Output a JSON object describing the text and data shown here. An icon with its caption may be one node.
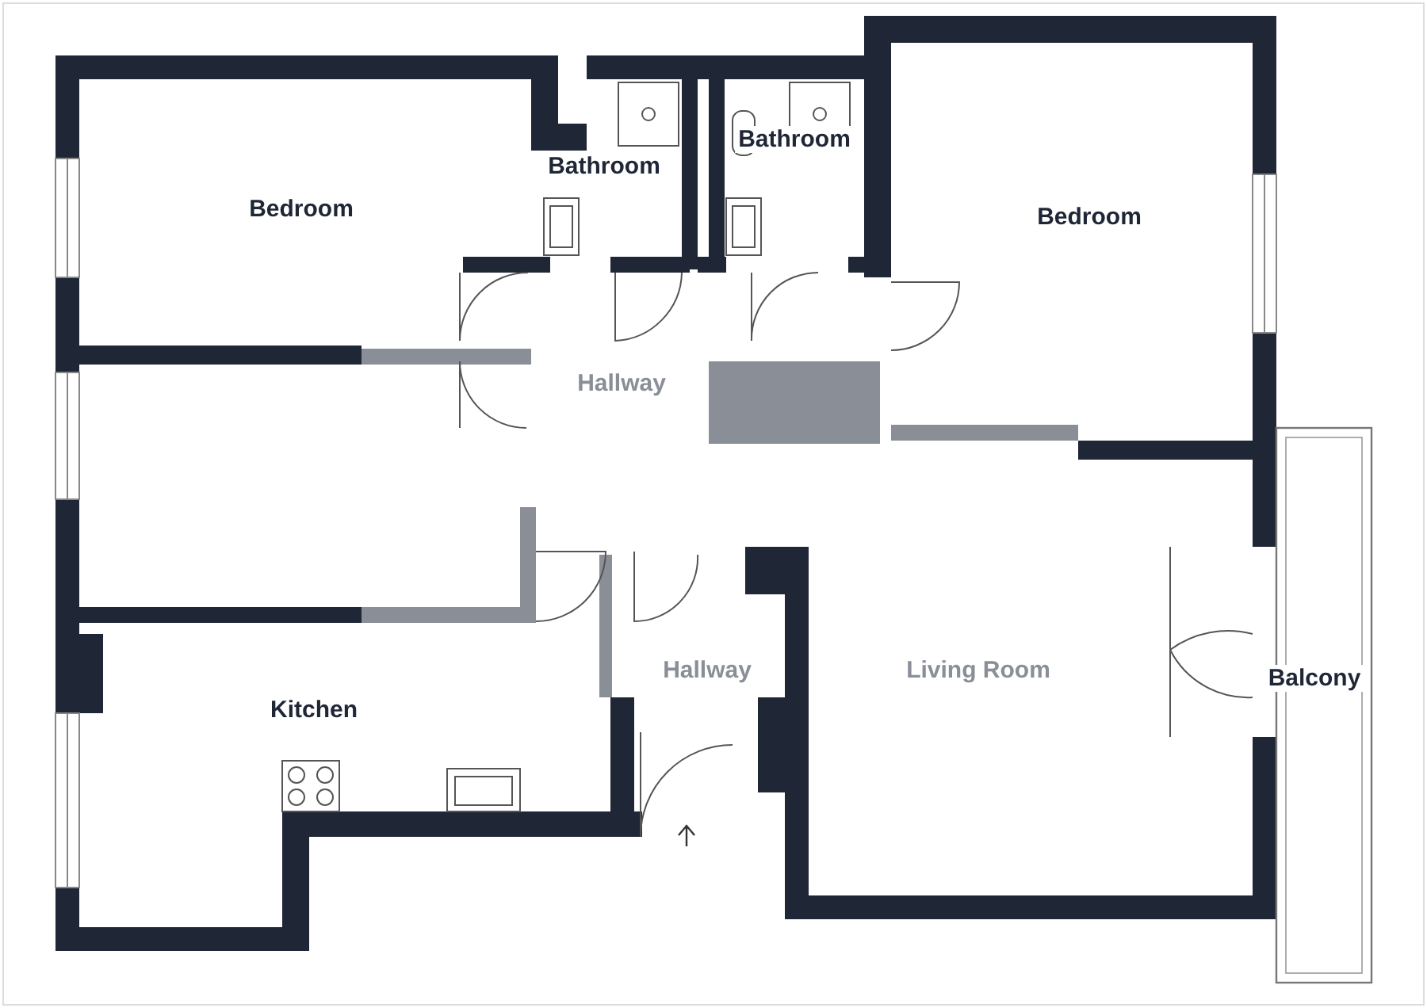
{
  "diagram": {
    "labels": [
      "Bedroom",
      "Bathroom",
      "Bathroom",
      "Bedroom",
      "Hallway",
      "Kitchen",
      "Hallway",
      "Living Room",
      "Balcony"
    ]
  }
}
